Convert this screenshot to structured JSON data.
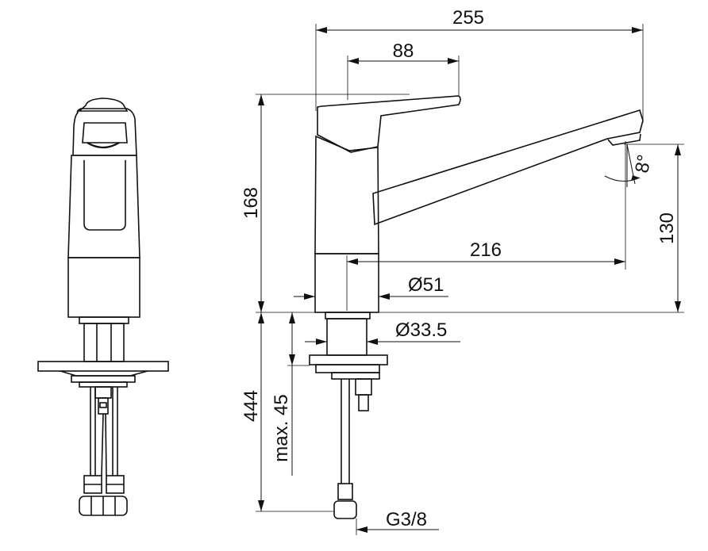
{
  "dimensions": {
    "overall_length": "255",
    "lever_length": "88",
    "height": "168",
    "spout_reach": "216",
    "spout_height": "130",
    "body_diameter": "Ø51",
    "shank_diameter": "Ø33.5",
    "total_length": "444",
    "max_thickness": "max. 45",
    "thread": "G3/8",
    "spout_angle": "8°"
  }
}
